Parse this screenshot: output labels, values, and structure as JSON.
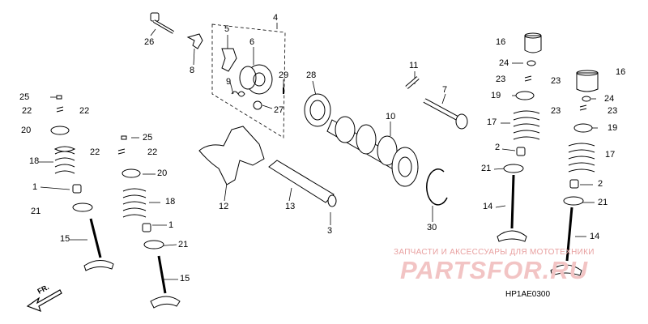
{
  "diagram": {
    "code": "HP1AE0300",
    "front_label": "FR.",
    "watermark": {
      "caption": "ЗАПЧАСТИ И АКСЕССУАРЫ ДЛЯ МОТОТЕХНИКИ",
      "logo": "PARTSFOR.RU"
    }
  },
  "callouts": {
    "n26": "26",
    "n8": "8",
    "n4": "4",
    "n5": "5",
    "n6": "6",
    "n9": "9",
    "n29": "29",
    "n27": "27",
    "n28": "28",
    "n11": "11",
    "n7": "7",
    "n10": "10",
    "n12": "12",
    "n13": "13",
    "n3": "3",
    "n30": "30",
    "n25a": "25",
    "n22a": "22",
    "n22b": "22",
    "n20a": "20",
    "n18a": "18",
    "n1a": "1",
    "n21a": "21",
    "n15a": "15",
    "n25b": "25",
    "n22c": "22",
    "n22d": "22",
    "n20b": "20",
    "n18b": "18",
    "n1b": "1",
    "n21b": "21",
    "n15b": "15",
    "n16a": "16",
    "n24a": "24",
    "n23a": "23",
    "n23b": "23",
    "n19a": "19",
    "n17a": "17",
    "n2a": "2",
    "n21c": "21",
    "n14a": "14",
    "n16b": "16",
    "n24b": "24",
    "n23c": "23",
    "n23d": "23",
    "n19b": "19",
    "n17b": "17",
    "n2b": "2",
    "n21d": "21",
    "n14b": "14"
  }
}
